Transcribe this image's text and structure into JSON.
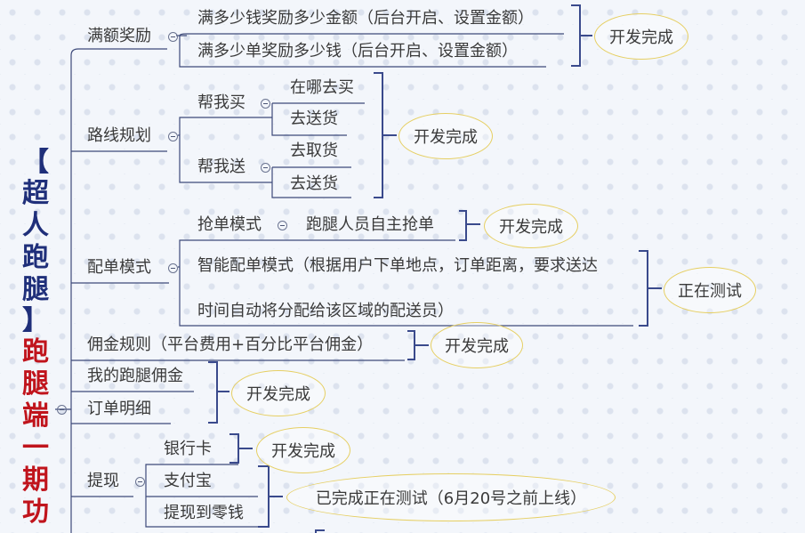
{
  "root": {
    "title_chars": [
      "【",
      "超",
      "人",
      "跑",
      "腿",
      "】",
      "跑",
      "腿",
      "端",
      "一",
      "期",
      "功"
    ],
    "title_colors": [
      "#1f2f7a",
      "#1f2f7a",
      "#1f2f7a",
      "#1f2f7a",
      "#1f2f7a",
      "#1f2f7a",
      "#c0141c",
      "#c0141c",
      "#c0141c",
      "#c0141c",
      "#c0141c",
      "#c0141c"
    ]
  },
  "branches": {
    "full_reward": {
      "label": "满额奖励",
      "items": [
        "满多少钱奖励多少金额（后台开启、设置金额）",
        "满多少单奖励多少钱（后台开启、设置金额）"
      ],
      "status": "开发完成"
    },
    "route": {
      "label": "路线规划",
      "help_buy": {
        "label": "帮我买",
        "items": [
          "在哪去买",
          "去送货"
        ]
      },
      "help_send": {
        "label": "帮我送",
        "items": [
          "去取货",
          "去送货"
        ]
      },
      "status": "开发完成"
    },
    "dispatch": {
      "label": "配单模式",
      "grab": {
        "label": "抢单模式",
        "detail": "跑腿人员自主抢单",
        "status": "开发完成"
      },
      "smart": {
        "line1": "智能配单模式（根据用户下单地点，订单距离，要求送达",
        "line2": "时间自动将分配给该区域的配送员）",
        "status": "正在测试"
      }
    },
    "commission": {
      "label": "佣金规则（平台费用+百分比平台佣金）",
      "status": "开发完成"
    },
    "my_commission": {
      "label": "我的跑腿佣金"
    },
    "order_detail": {
      "label": "订单明细"
    },
    "my_group_status": "开发完成",
    "withdraw": {
      "label": "提现",
      "bank": {
        "label": "银行卡",
        "status": "开发完成"
      },
      "alipay": {
        "label": "支付宝"
      },
      "wallet": {
        "label": "提现到零钱"
      },
      "group_status": "已完成正在测试（6月20号之前上线）"
    }
  },
  "colors": {
    "line": "#3d4a7a",
    "bracket": "#3a4a8c",
    "status_border": "#e6cf63"
  }
}
